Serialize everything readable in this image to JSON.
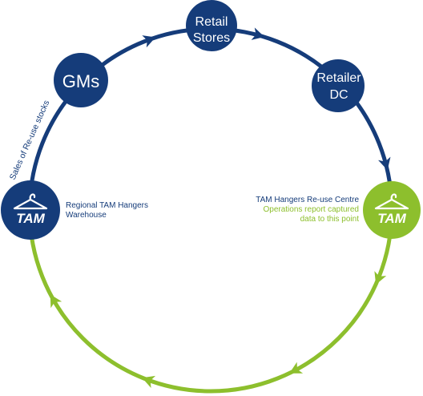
{
  "colors": {
    "navy": "#153c7a",
    "green": "#8dbf2d",
    "white": "#ffffff"
  },
  "nodes": {
    "retail_stores": {
      "line1": "Retail",
      "line2": "Stores"
    },
    "retailer_dc": {
      "line1": "Retailer",
      "line2": "DC"
    },
    "gms": {
      "label": "GMs"
    },
    "tam_left": {
      "logo_text": "TAM",
      "icon": "hanger-icon"
    },
    "tam_right": {
      "logo_text": "TAM",
      "icon": "hanger-icon"
    }
  },
  "labels": {
    "sales_reuse": "Sales of Re-use stocks",
    "regional_line1": "Regional TAM Hangers",
    "regional_line2": "Warehouse",
    "reuse_centre": "TAM Hangers Re-use Centre",
    "ops_line1": "Operations report captured",
    "ops_line2": "data to this point"
  }
}
